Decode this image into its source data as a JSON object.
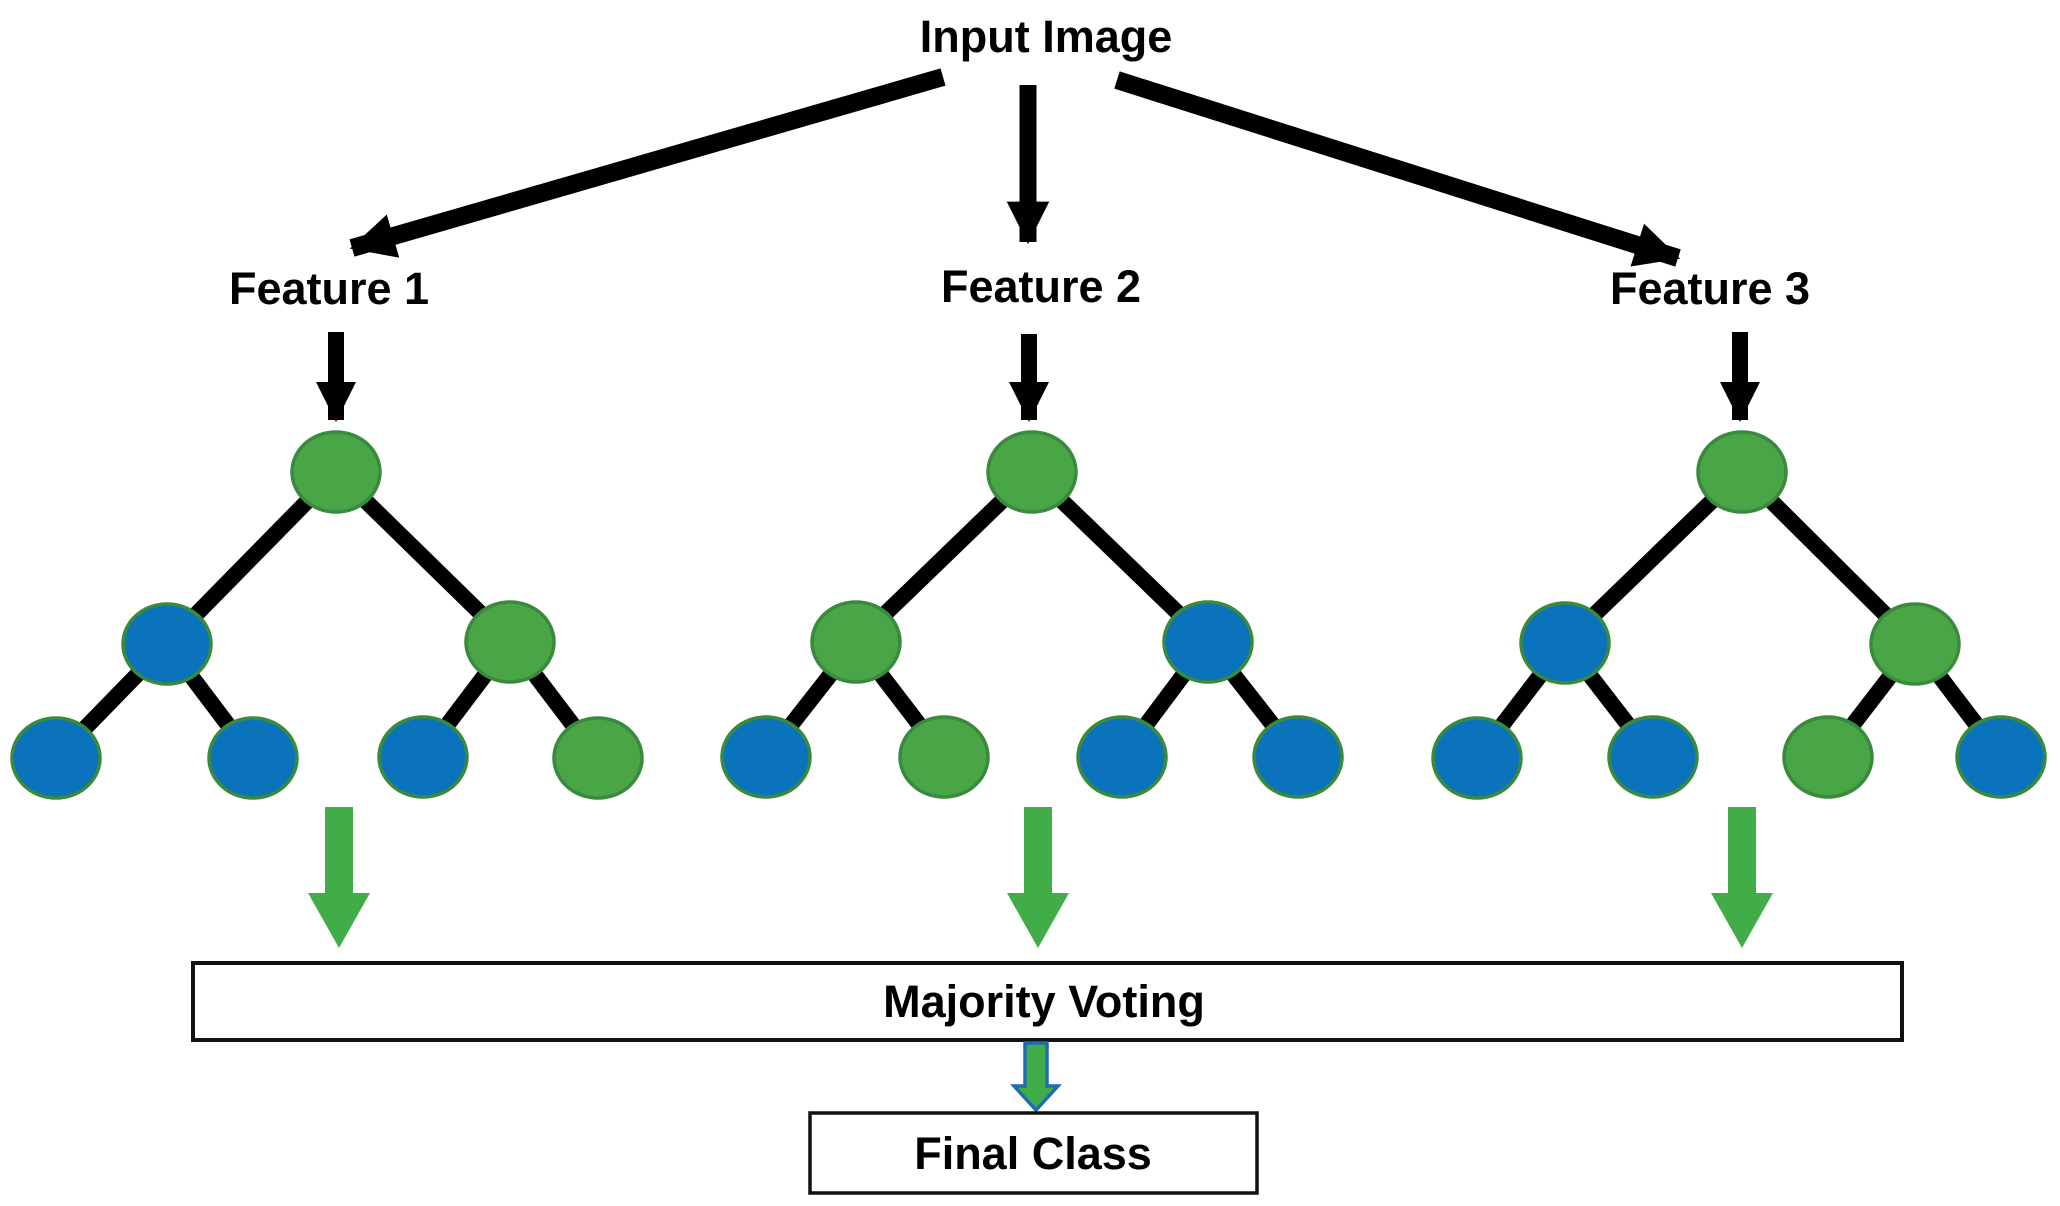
{
  "diagram_title": "Input Image",
  "feature_labels": [
    "Feature 1",
    "Feature 2",
    "Feature 3"
  ],
  "majority_box_label": "Majority Voting",
  "final_box_label": "Final Class",
  "colors": {
    "node_green": "#4AA546",
    "node_blue": "#0B72BC",
    "node_border": "#3A8A3E",
    "arrow_green": "#41AD49",
    "arrow_black": "#000000",
    "small_arrow_outline": "#1F6CB5",
    "box_border": "#111111",
    "background": "#FFFFFF"
  },
  "trees": [
    {
      "feature_label": "Feature 1",
      "root": "green",
      "internal_nodes": [
        "blue",
        "green"
      ],
      "leaves": [
        "blue",
        "blue",
        "blue",
        "green"
      ]
    },
    {
      "feature_label": "Feature 2",
      "root": "green",
      "internal_nodes": [
        "green",
        "blue"
      ],
      "leaves": [
        "blue",
        "green",
        "blue",
        "blue"
      ]
    },
    {
      "feature_label": "Feature 3",
      "root": "green",
      "internal_nodes": [
        "blue",
        "green"
      ],
      "leaves": [
        "blue",
        "blue",
        "green",
        "blue"
      ]
    }
  ],
  "node_fills": {
    "t1_root": "#4AA546",
    "t1_int_l": "#0B72BC",
    "t1_int_r": "#4AA546",
    "t1_leaf1": "#0B72BC",
    "t1_leaf2": "#0B72BC",
    "t1_leaf3": "#0B72BC",
    "t1_leaf4": "#4AA546",
    "t2_root": "#4AA546",
    "t2_int_l": "#4AA546",
    "t2_int_r": "#0B72BC",
    "t2_leaf1": "#0B72BC",
    "t2_leaf2": "#4AA546",
    "t2_leaf3": "#0B72BC",
    "t2_leaf4": "#0B72BC",
    "t3_root": "#4AA546",
    "t3_int_l": "#0B72BC",
    "t3_int_r": "#4AA546",
    "t3_leaf1": "#0B72BC",
    "t3_leaf2": "#0B72BC",
    "t3_leaf3": "#4AA546",
    "t3_leaf4": "#0B72BC"
  }
}
